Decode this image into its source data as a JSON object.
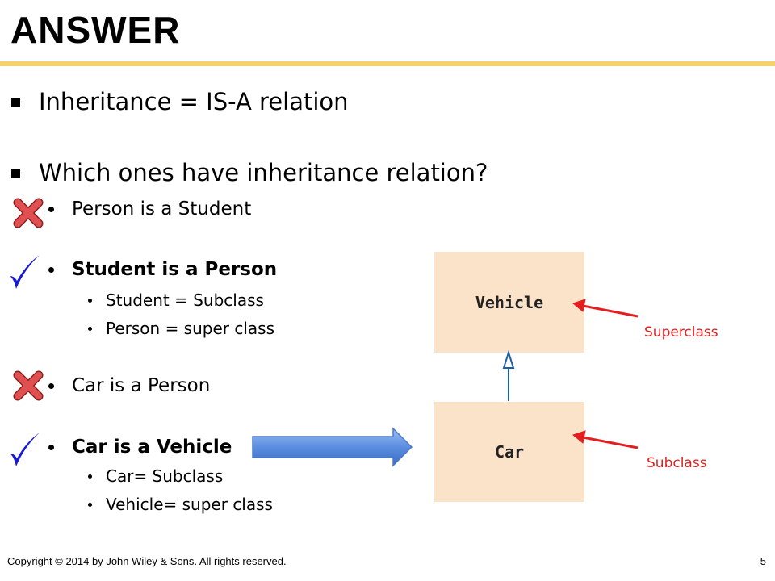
{
  "slide": {
    "title": "ANSWER",
    "bullets": [
      "Inheritance = IS-A  relation",
      "Which ones have inheritance relation?"
    ],
    "items": [
      {
        "text": "Person is a Student",
        "mark": "cross-icon"
      },
      {
        "text": "Student is a Person",
        "mark": "check-icon",
        "bold": true,
        "sub": [
          "Student = Subclass",
          "Person = super class"
        ]
      },
      {
        "text": "Car is a Person",
        "mark": "cross-icon"
      },
      {
        "text": "Car is a Vehicle",
        "mark": "check-icon",
        "bold": true,
        "sub": [
          "Car= Subclass",
          "Vehicle= super class"
        ]
      }
    ]
  },
  "diagram": {
    "superclass_box": "Vehicle",
    "subclass_box": "Car",
    "superclass_label": "Superclass",
    "subclass_label": "Subclass"
  },
  "footer": {
    "copyright": "Copyright © 2014 by John Wiley & Sons.  All rights reserved.",
    "page_number": "5"
  },
  "colors": {
    "title_rule": "#f4d36a",
    "box_fill": "#fbe3c9",
    "label_red": "#e41e1e",
    "check_blue": "#1a1ad0",
    "cross_red": "#d53a3a",
    "block_arrow_blue": "#5b8ee0"
  }
}
